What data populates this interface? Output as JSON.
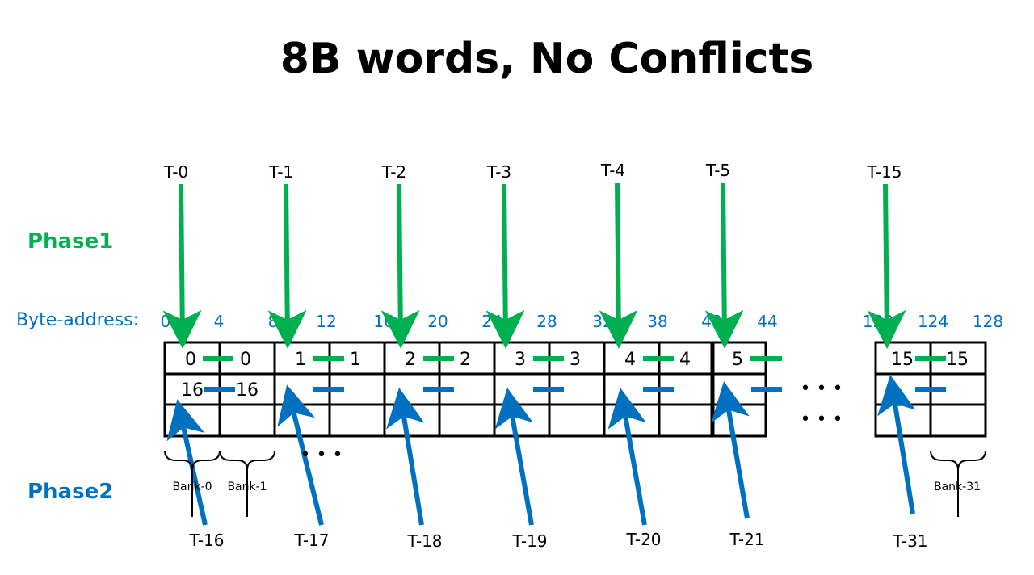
{
  "title": "8B words, No Conflicts",
  "phase1_label": "Phase1",
  "phase2_label": "Phase2",
  "byte_address_label": "Byte-address:",
  "byte_addresses": [
    "0",
    "4",
    "8",
    "12",
    "16",
    "20",
    "24",
    "28",
    "32",
    "38",
    "40",
    "44",
    "120",
    "124",
    "128"
  ],
  "phase1_threads": [
    "T-0",
    "T-1",
    "T-2",
    "T-3",
    "T-4",
    "T-5",
    "T-15"
  ],
  "phase2_threads": [
    "T-16",
    "T-17",
    "T-18",
    "T-19",
    "T-20",
    "T-21",
    "T-31"
  ],
  "row1_values": [
    "0",
    "0",
    "1",
    "1",
    "2",
    "2",
    "3",
    "3",
    "4",
    "4",
    "5",
    "15",
    "15"
  ],
  "row2_values": [
    "16",
    "16"
  ],
  "banks": [
    "Bank-0",
    "Bank-1",
    "Bank-31"
  ],
  "ellipsis": "• • •",
  "colors": {
    "green": "#00b050",
    "blue": "#0070c0",
    "black": "#000000"
  }
}
